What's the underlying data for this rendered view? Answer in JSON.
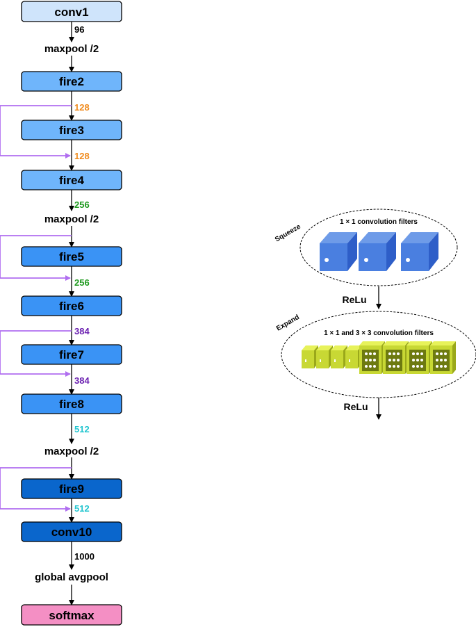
{
  "network": {
    "blocks": {
      "conv1": "conv1",
      "fire2": "fire2",
      "fire3": "fire3",
      "fire4": "fire4",
      "fire5": "fire5",
      "fire6": "fire6",
      "fire7": "fire7",
      "fire8": "fire8",
      "fire9": "fire9",
      "conv10": "conv10",
      "softmax": "softmax"
    },
    "pool_labels": {
      "maxpool1": "maxpool /2",
      "maxpool2": "maxpool /2",
      "maxpool3": "maxpool /2",
      "global": "global avgpool"
    },
    "channels": {
      "c1": "96",
      "c2": "128",
      "c3": "128",
      "c4": "256",
      "c5": "256",
      "c6": "384",
      "c7": "384",
      "c8": "512",
      "c9": "512",
      "c10": "1000"
    }
  },
  "fire_module": {
    "squeeze_label": "Squeeze",
    "squeeze_title": "1 × 1  convolution filters",
    "relu1": "ReLu",
    "expand_label": "Expand",
    "expand_title": "1 × 1 and 3 × 3 convolution filters",
    "relu2": "ReLu"
  },
  "colors": {
    "conv1": "#cfe4fb",
    "fire_light": "#6fb5fb",
    "fire_mid": "#3a93f5",
    "fire_dark": "#0a66cc",
    "softmax": "#f48fc4",
    "bypass": "#b06ef0",
    "ch_128": "#f08a1c",
    "ch_256": "#1f9a1f",
    "ch_384": "#6a1fb0",
    "ch_512": "#22c5cf"
  }
}
